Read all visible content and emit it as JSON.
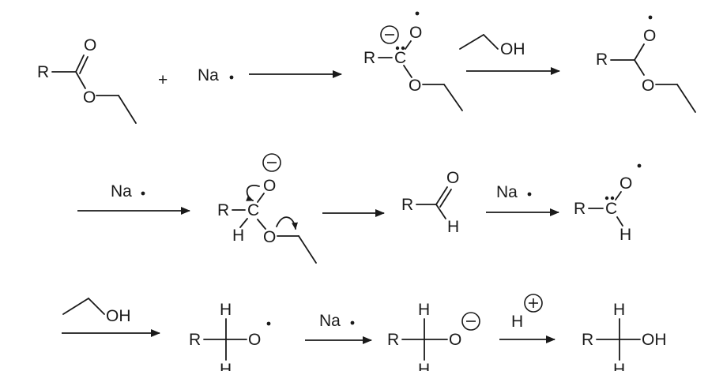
{
  "atoms": {
    "R": "R",
    "O": "O",
    "C": "C",
    "H": "H",
    "OH": "OH",
    "Na": "Na"
  },
  "plus": "+",
  "icons": {
    "radical": "radical-dot-icon",
    "anion": "minus-charge-icon",
    "cation": "plus-charge-icon",
    "arrow": "reaction-arrow-icon",
    "curved": "curved-electron-arrow-icon"
  }
}
